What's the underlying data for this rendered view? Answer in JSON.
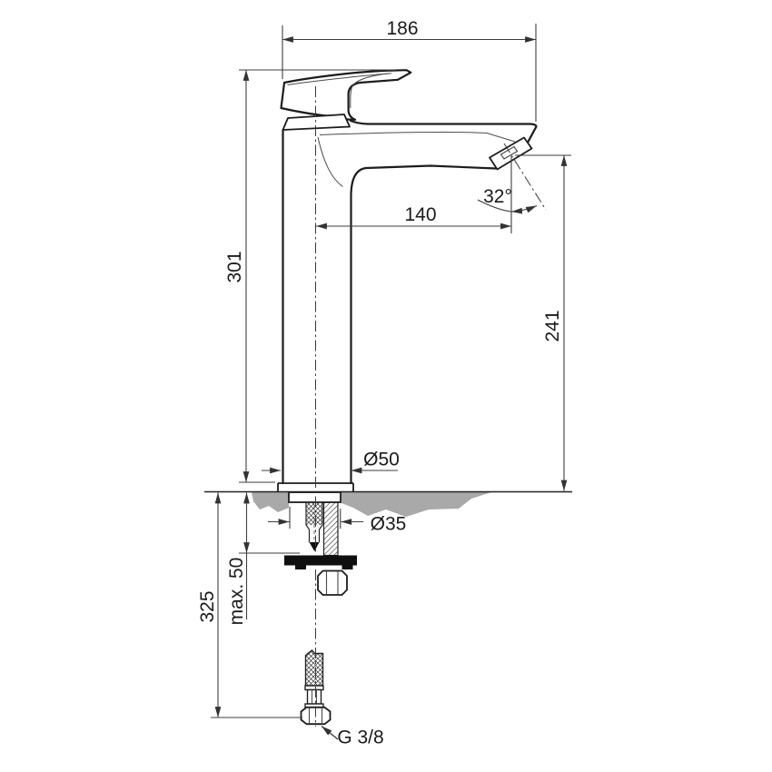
{
  "drawing": {
    "kind": "faucet installation dimension drawing",
    "colors": {
      "outline": "#1c1c1c",
      "dimension_lines": "#3e3e3e",
      "counter_fill": "#a9a9a9",
      "washer_fill": "#0f0f0f",
      "background": "#ffffff"
    },
    "dimensions": {
      "overall_depth": "186",
      "body_height": "301",
      "spout_reach": "140",
      "spout_angle": "32°",
      "outlet_height": "241",
      "base_diameter": "Ø50",
      "shank_diameter": "Ø35",
      "max_deck_thickness": "max. 50",
      "hose_length": "325",
      "connection_thread": "G 3/8"
    }
  }
}
